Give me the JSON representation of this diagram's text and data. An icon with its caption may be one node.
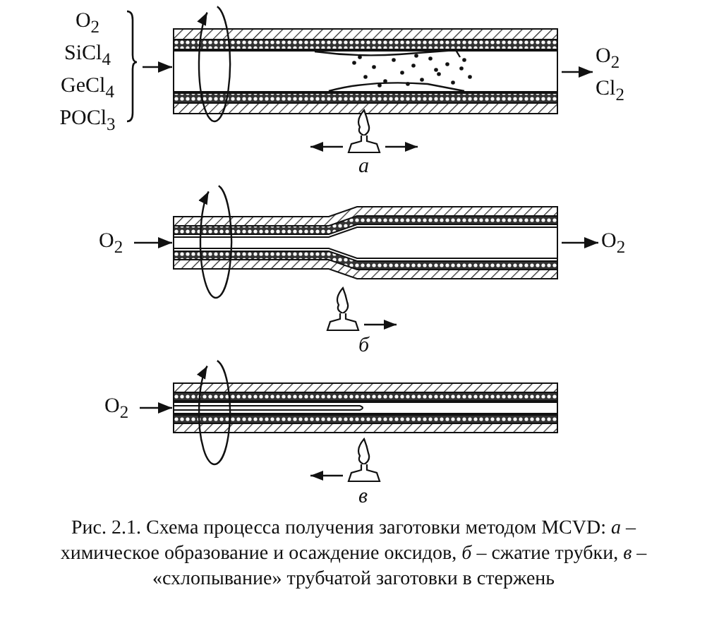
{
  "diagram": {
    "caption": "Рис. 2.1. Схема процесса получения заготовки методом MCVD: *а* – химическое образование и осаждение оксидов, *б* – сжатие трубки, *в* – «схлопывание» трубчатой заготовки в стержень",
    "nodes": [
      {
        "text": [
          "O$_{2}$",
          "SiCl$_{4}$",
          "GeCl$_{4}$",
          "POCl$_{3}$"
        ]
      },
      {
        "text": [],
        "shape": "cylinder"
      },
      {
        "text": [
          "O$_{2}$",
          "Cl$_{2}$"
        ]
      },
      {
        "text": [
          "O$_{2}$"
        ]
      },
      {
        "text": [],
        "shape": "cylinder"
      },
      {
        "text": [
          "O$_{2}$"
        ]
      },
      {
        "text": [
          "O$_{2}$"
        ]
      },
      {
        "text": [],
        "shape": "cylinder"
      }
    ],
    "edges": [
      {
        "from": 0,
        "to": 1,
        "arrow": "to"
      },
      {
        "from": 1,
        "to": 2,
        "arrow": "to"
      },
      {
        "from": 3,
        "to": 4,
        "arrow": "to"
      },
      {
        "from": 4,
        "to": 5,
        "arrow": "to"
      },
      {
        "from": 6,
        "to": 7,
        "arrow": "to"
      }
    ],
    "labels": [
      "а",
      "б",
      "в"
    ]
  }
}
